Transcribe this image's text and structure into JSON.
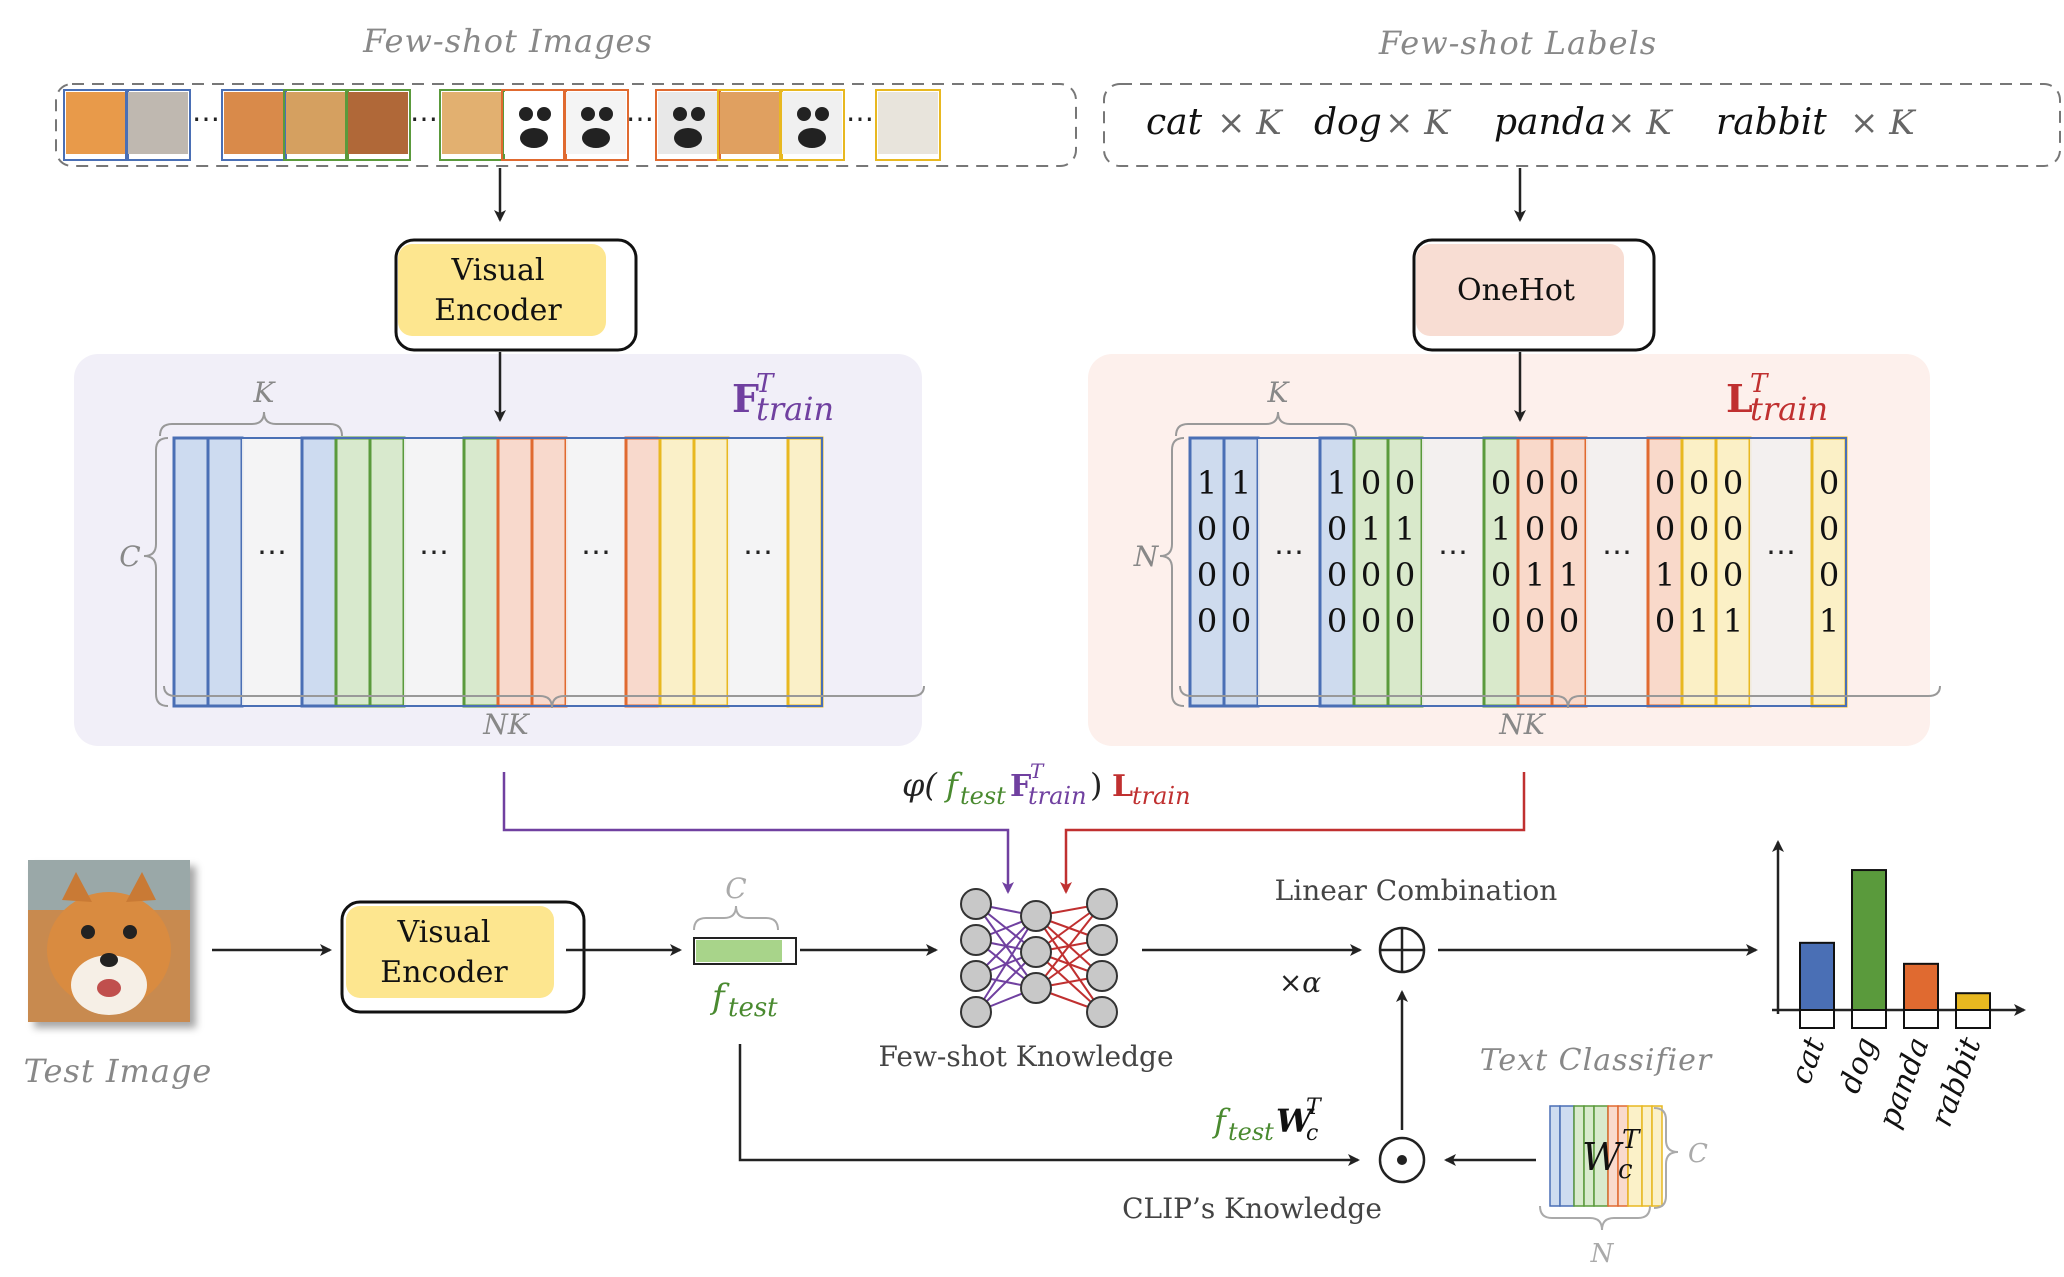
{
  "top": {
    "images_title": "Few-shot Images",
    "labels_title": "Few-shot Labels",
    "ellipsis": "⋯",
    "label_items": [
      {
        "name": "cat",
        "mult": "× K"
      },
      {
        "name": "dog",
        "mult": "× K"
      },
      {
        "name": "panda",
        "mult": "× K"
      },
      {
        "name": "rabbit",
        "mult": "× K"
      }
    ]
  },
  "visual_encoder_top": {
    "line1": "Visual",
    "line2": "Encoder"
  },
  "onehot": {
    "label": "OneHot"
  },
  "feature_panel": {
    "k_label": "K",
    "c_label": "C",
    "nk_label": "NK",
    "title_main": "F",
    "title_sup": "T",
    "title_sub": "train",
    "dots": "⋯"
  },
  "label_panel": {
    "k_label": "K",
    "n_label": "N",
    "nk_label": "NK",
    "title_main": "L",
    "title_sup": "T",
    "title_sub": "train",
    "dots": "⋯",
    "columns": [
      [
        "1",
        "0",
        "0",
        "0"
      ],
      [
        "1",
        "0",
        "0",
        "0"
      ],
      [
        "1",
        "0",
        "0",
        "0"
      ],
      [
        "0",
        "1",
        "0",
        "0"
      ],
      [
        "0",
        "1",
        "0",
        "0"
      ],
      [
        "0",
        "1",
        "0",
        "0"
      ],
      [
        "0",
        "0",
        "1",
        "0"
      ],
      [
        "0",
        "0",
        "1",
        "0"
      ],
      [
        "0",
        "0",
        "1",
        "0"
      ],
      [
        "0",
        "0",
        "0",
        "1"
      ],
      [
        "0",
        "0",
        "0",
        "1"
      ],
      [
        "0",
        "0",
        "0",
        "1"
      ]
    ]
  },
  "formula": {
    "phi": "φ(",
    "f": "f",
    "f_sub": "test",
    "F": "F",
    "F_sup": "T",
    "F_sub": "train",
    "close": ")",
    "L": "L",
    "L_sub": "train"
  },
  "bottom": {
    "test_image_caption": "Test Image",
    "visual_encoder": {
      "line1": "Visual",
      "line2": "Encoder"
    },
    "c_label": "C",
    "ftest": "f",
    "ftest_sub": "test",
    "fewshot_knowledge": "Few-shot  Knowledge",
    "linear_combination": "Linear Combination",
    "alpha": "×α",
    "oplus": "⊕",
    "odot": "⊙",
    "clip_knowledge": "CLIP’s  Knowledge",
    "text_classifier": "Text Classifier",
    "wc": "W",
    "wc_sub": "c",
    "wc_sup": "T",
    "wc_c_label": "C",
    "wc_n_label": "N",
    "ftestwc": {
      "f": "f",
      "f_sub": "test",
      "W": "W",
      "W_sub": "c",
      "W_sup": "T"
    }
  },
  "colors": {
    "cat": "#4a6fb5",
    "dog": "#5a9a3c",
    "panda": "#e06a30",
    "rabbit": "#e8b820",
    "purple": "#7040a0",
    "red": "#c03030",
    "green": "#4a8a30",
    "encoder_fill": "#fde68f",
    "onehot_fill": "#f8ddd3",
    "feature_panel_bg": "#f1eff8",
    "label_panel_bg": "#fdf0ec"
  },
  "chart_data": {
    "type": "bar",
    "categories": [
      "cat",
      "dog",
      "panda",
      "rabbit"
    ],
    "values": [
      0.48,
      1.0,
      0.33,
      0.12
    ],
    "ylim": [
      0,
      1.2
    ]
  }
}
